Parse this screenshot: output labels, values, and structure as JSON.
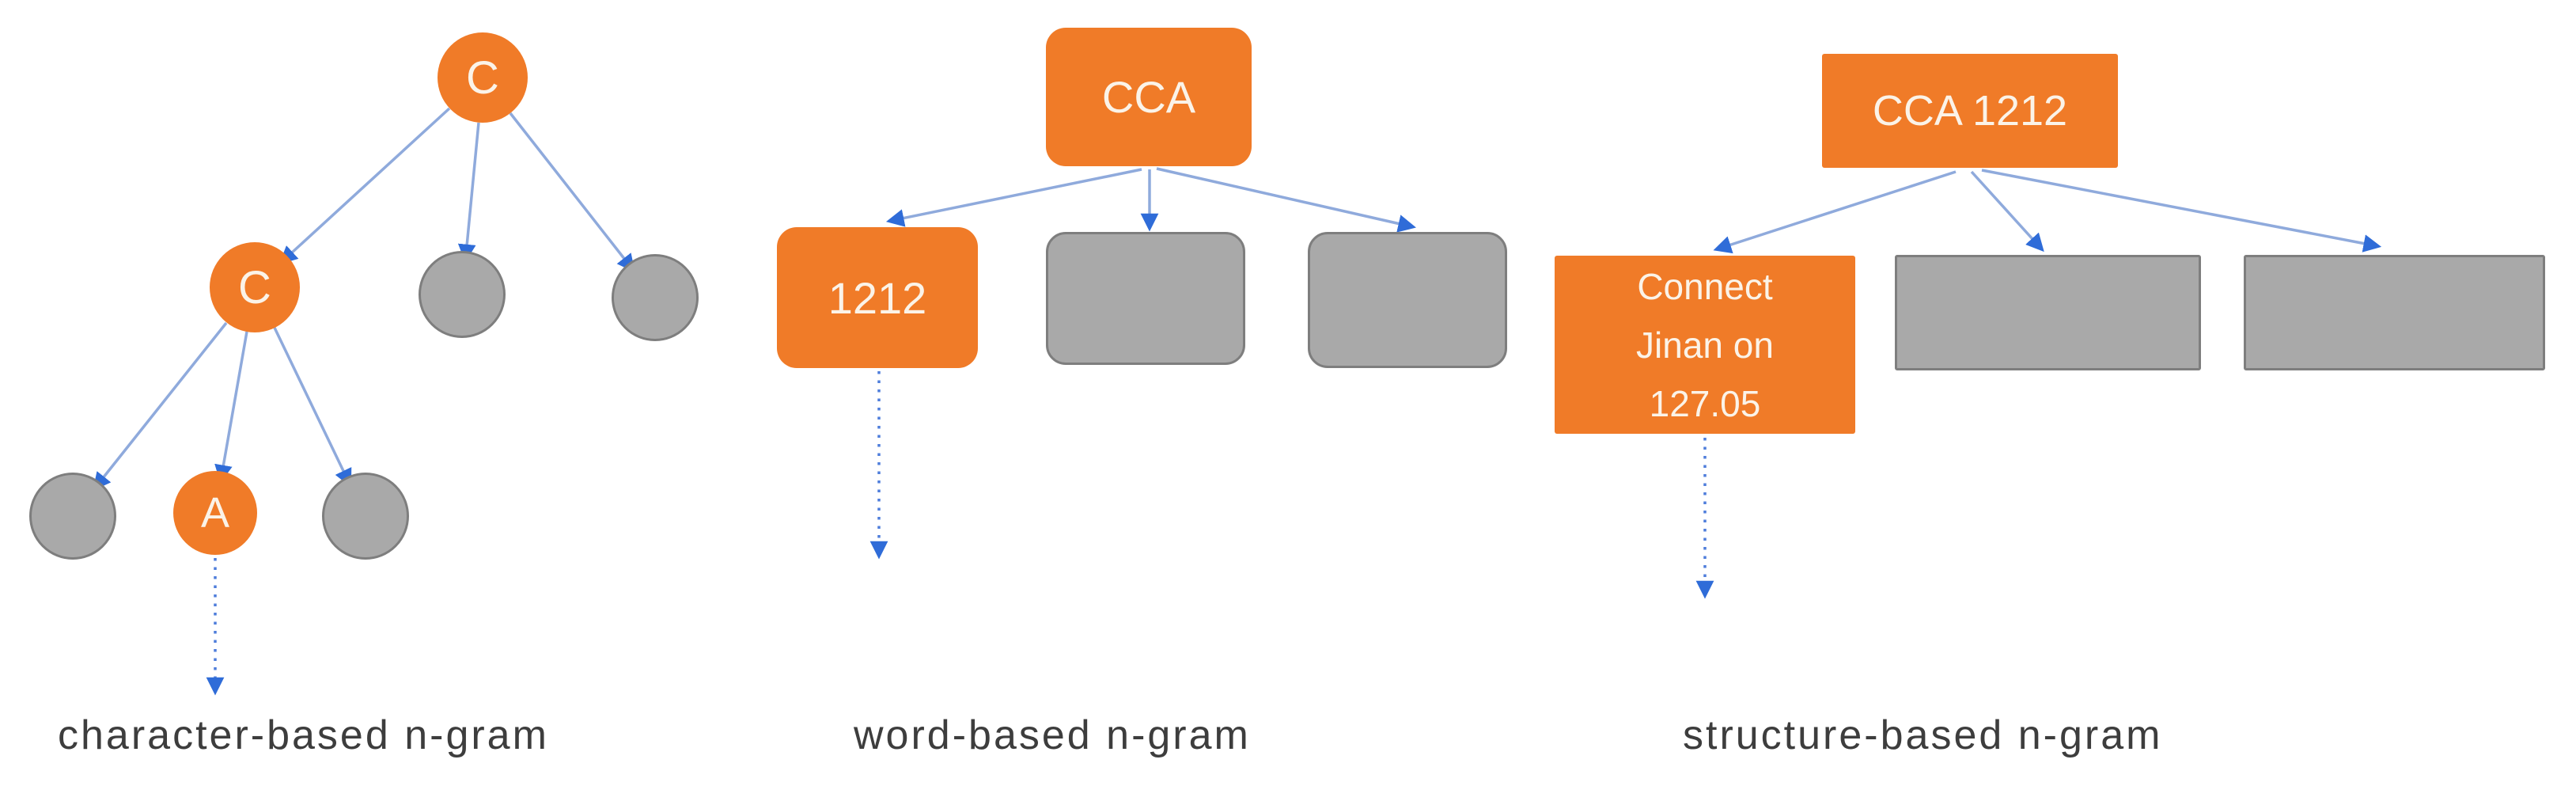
{
  "page": {
    "background": "#FFFFFF"
  },
  "colors": {
    "page_background": "#FFFFFF",
    "node_orange": "#F07B28",
    "node_gray_fill": "#A9A9A9",
    "node_gray_border": "#7E7E7E",
    "edge_line_blue": "#8FAADC",
    "arrowhead_blue": "#2F6CD8",
    "dashed_arrow_blue": "#4E7DDB",
    "caption_text": "#3D3D3D",
    "node_text": "#FBF3E8"
  },
  "character_tree": {
    "root_label": "C",
    "level2_highlight_label": "C",
    "level3_highlight_label": "A",
    "caption": "character-based n-gram"
  },
  "word_tree": {
    "root_label": "CCA",
    "highlight_child_label": "1212",
    "caption": "word-based n-gram"
  },
  "structure_tree": {
    "root_label": "CCA 1212",
    "highlight_child_label": "Connect\nJinan on\n127.05",
    "caption": "structure-based n-gram"
  }
}
